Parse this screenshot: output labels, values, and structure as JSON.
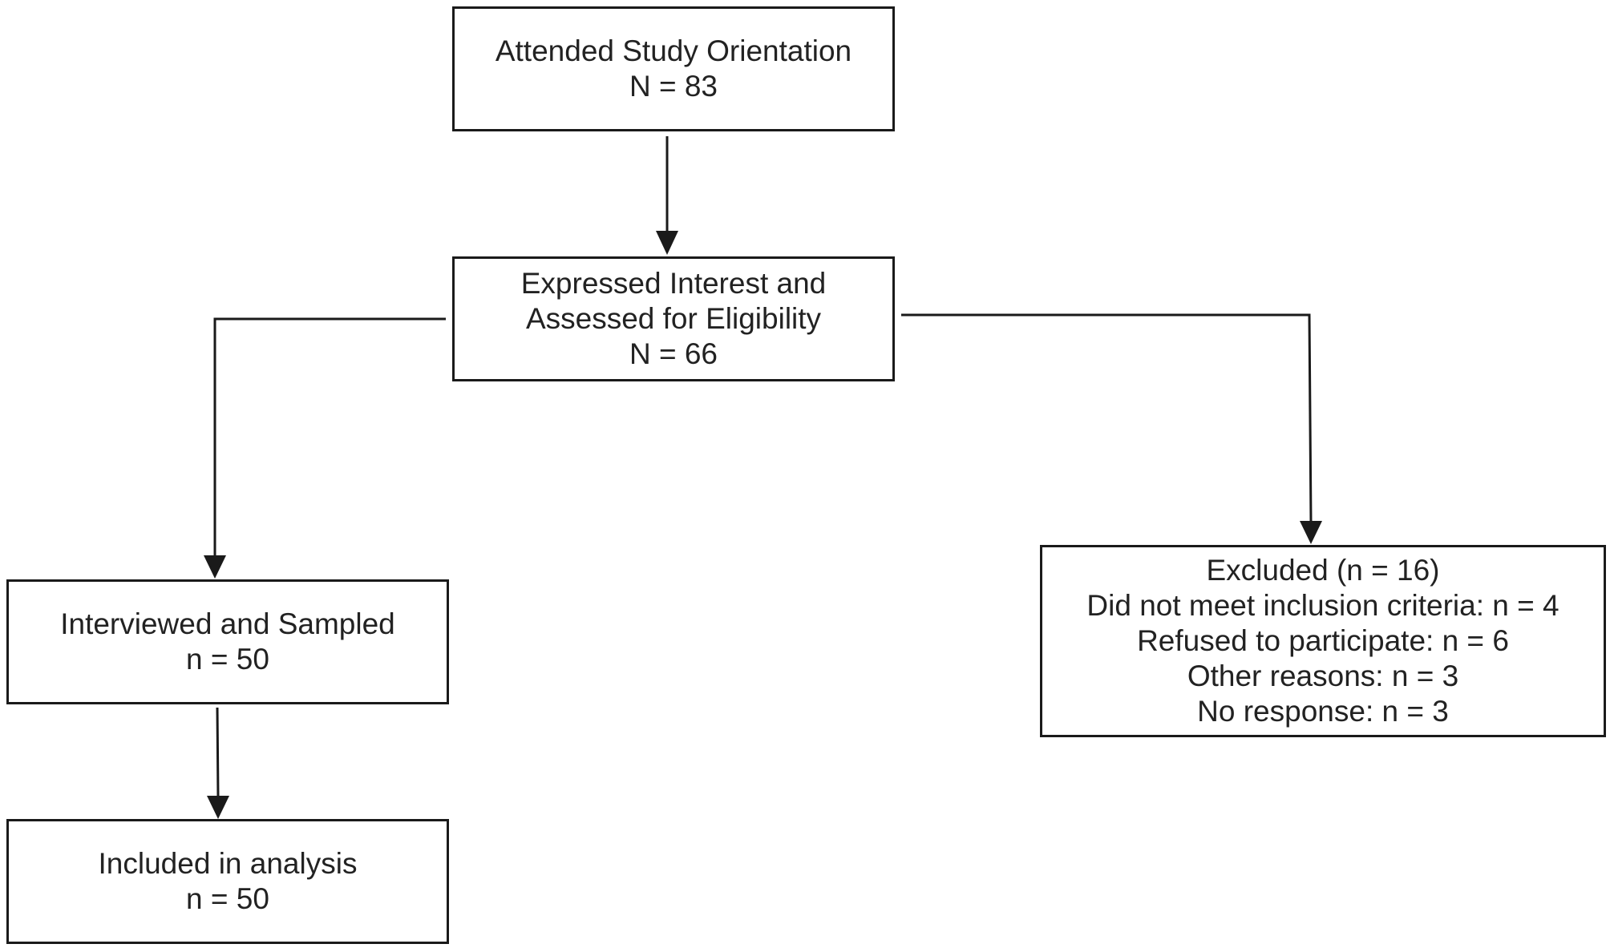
{
  "boxes": {
    "orientation": {
      "line1": "Attended Study Orientation",
      "line2": "N = 83"
    },
    "eligibility": {
      "line1": "Expressed Interest and",
      "line2": "Assessed for Eligibility",
      "line3": "N = 66"
    },
    "interviewed": {
      "line1": "Interviewed and Sampled",
      "line2": "n = 50"
    },
    "analysis": {
      "line1": "Included in analysis",
      "line2": "n = 50"
    },
    "excluded": {
      "title": "Excluded (n = 16)",
      "reasons": [
        "Did not meet inclusion criteria: n = 4",
        "Refused to participate: n = 6",
        "Other reasons: n = 3",
        "No response: n = 3"
      ]
    }
  },
  "colors": {
    "line": "#1a1a1a",
    "text": "#222222",
    "background": "#ffffff"
  }
}
